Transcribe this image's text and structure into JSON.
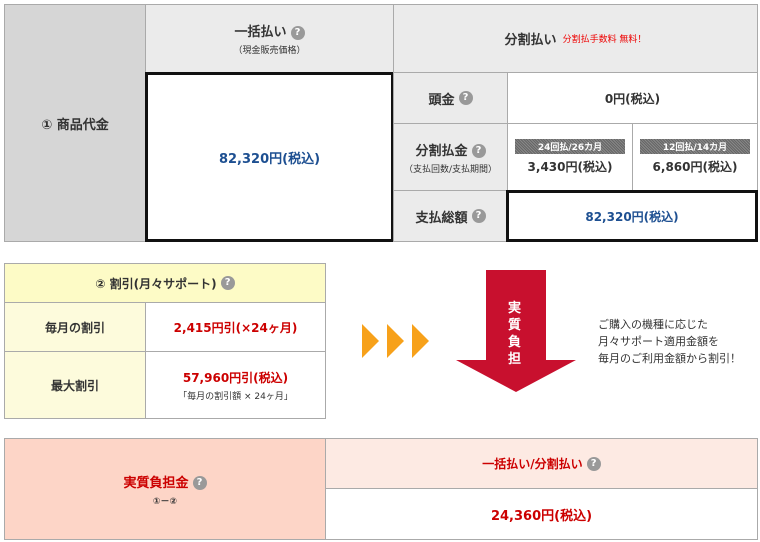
{
  "product": {
    "label": "① 商品代金",
    "lump": {
      "title": "一括払い",
      "sub": "（現金販売価格）",
      "value": "82,320円(税込)"
    },
    "installment": {
      "title": "分割払い",
      "note": "分割払手数料 無料！"
    },
    "down": {
      "label": "頭金",
      "value": "0円(税込)"
    },
    "monthly": {
      "label": "分割払金",
      "sub": "（支払回数/支払期間）",
      "plans": [
        {
          "tag": "24回払/26カ月",
          "value": "3,430円(税込)"
        },
        {
          "tag": "12回払/14カ月",
          "value": "6,860円(税込)"
        }
      ]
    },
    "total": {
      "label": "支払総額",
      "value": "82,320円(税込)"
    }
  },
  "discount": {
    "title": "② 割引(月々サポート)",
    "monthly": {
      "label": "毎月の割引",
      "value": "2,415円引(×24ヶ月)"
    },
    "max": {
      "label": "最大割引",
      "value": "57,960円引(税込)",
      "sub": "「毎月の割引額 × 24ヶ月」"
    }
  },
  "arrow": {
    "label": "実質負担"
  },
  "note": [
    "ご購入の機種に応じた",
    "月々サポート適用金額を",
    "毎月のご利用金額から割引！"
  ],
  "net": {
    "label": "実質負担金",
    "sub": "①－②",
    "header": "一括払い/分割払い",
    "value": "24,360円(税込)"
  },
  "help_icon": "?",
  "colors": {
    "header_gray": "#ebebeb",
    "label_gray": "#d6d6d6",
    "yellow": "#fdfbdc",
    "pink": "#fdd5c7"
  }
}
